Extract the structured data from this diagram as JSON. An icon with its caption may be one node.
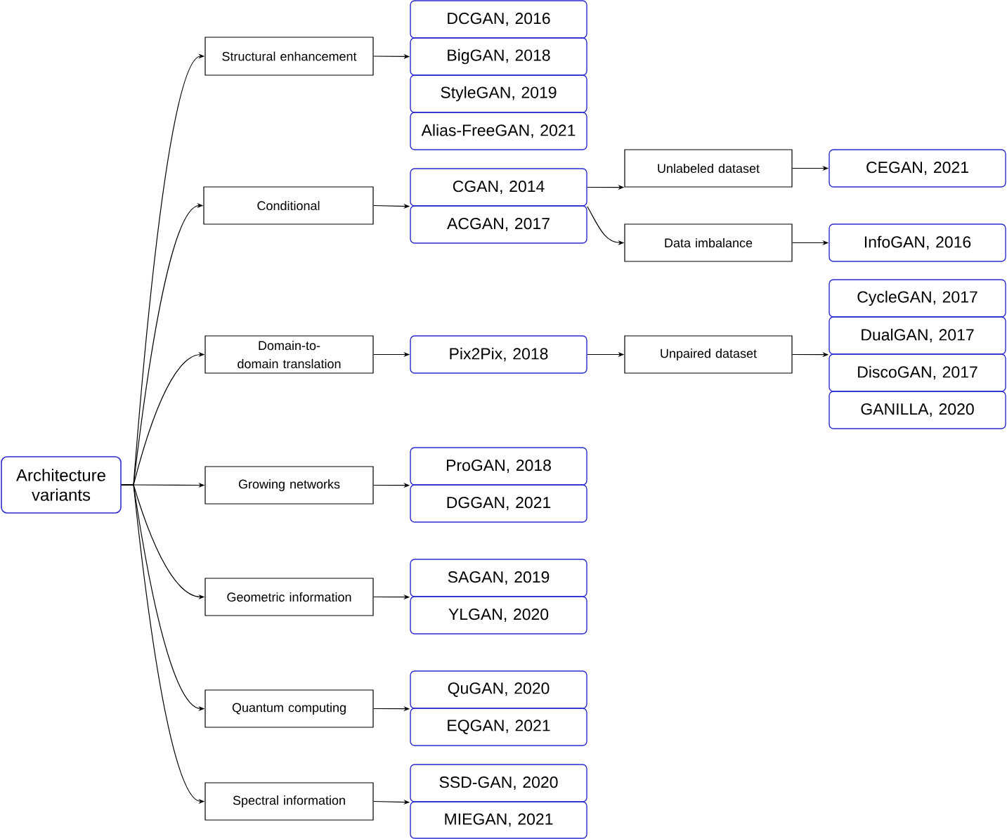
{
  "diagram": {
    "nodes": [
      {
        "text": [
          "Architecture variants"
        ]
      },
      {
        "text": [
          "Structural enhancement"
        ]
      },
      {
        "text": [
          "DCGAN, 2016"
        ]
      },
      {
        "text": [
          "BigGAN, 2018"
        ]
      },
      {
        "text": [
          "StyleGAN, 2019"
        ]
      },
      {
        "text": [
          "Alias-FreeGAN, 2021"
        ]
      },
      {
        "text": [
          "Conditional"
        ]
      },
      {
        "text": [
          "CGAN, 2014"
        ]
      },
      {
        "text": [
          "ACGAN, 2017"
        ]
      },
      {
        "text": [
          "Unlabeled dataset"
        ]
      },
      {
        "text": [
          "CEGAN, 2021"
        ]
      },
      {
        "text": [
          "Data imbalance"
        ]
      },
      {
        "text": [
          "InfoGAN, 2016"
        ]
      },
      {
        "text": [
          "Domain-to-domain translation"
        ]
      },
      {
        "text": [
          "Pix2Pix, 2018"
        ]
      },
      {
        "text": [
          "Unpaired dataset"
        ]
      },
      {
        "text": [
          "CycleGAN, 2017"
        ]
      },
      {
        "text": [
          "DualGAN, 2017"
        ]
      },
      {
        "text": [
          "DiscoGAN, 2017"
        ]
      },
      {
        "text": [
          "GANILLA, 2020"
        ]
      },
      {
        "text": [
          "Growing networks"
        ]
      },
      {
        "text": [
          "ProGAN, 2018"
        ]
      },
      {
        "text": [
          "DGGAN, 2021"
        ]
      },
      {
        "text": [
          "Geometric information"
        ]
      },
      {
        "text": [
          "SAGAN, 2019"
        ]
      },
      {
        "text": [
          "YLGAN, 2020"
        ]
      },
      {
        "text": [
          "Quantum computing"
        ]
      },
      {
        "text": [
          "QuGAN, 2020"
        ]
      },
      {
        "text": [
          "EQGAN, 2021"
        ]
      },
      {
        "text": [
          "Spectral information"
        ]
      },
      {
        "text": [
          "SSD-GAN, 2020"
        ]
      },
      {
        "text": [
          "MIEGAN, 2021"
        ]
      }
    ],
    "edges": [
      {
        "from": 0,
        "to": 1,
        "arrow": "to"
      },
      {
        "from": 0,
        "to": 6,
        "arrow": "to"
      },
      {
        "from": 0,
        "to": 13,
        "arrow": "to"
      },
      {
        "from": 0,
        "to": 20,
        "arrow": "to"
      },
      {
        "from": 0,
        "to": 23,
        "arrow": "to"
      },
      {
        "from": 0,
        "to": 26,
        "arrow": "to"
      },
      {
        "from": 0,
        "to": 29,
        "arrow": "to"
      },
      {
        "from": 1,
        "to": 3,
        "arrow": "to"
      },
      {
        "from": 6,
        "to": 7,
        "arrow": "to"
      },
      {
        "from": 7,
        "to": 9,
        "arrow": "to"
      },
      {
        "from": 7,
        "to": 11,
        "arrow": "to"
      },
      {
        "from": 9,
        "to": 10,
        "arrow": "to"
      },
      {
        "from": 11,
        "to": 12,
        "arrow": "to"
      },
      {
        "from": 13,
        "to": 14,
        "arrow": "to"
      },
      {
        "from": 14,
        "to": 15,
        "arrow": "to"
      },
      {
        "from": 15,
        "to": 17,
        "arrow": "to"
      },
      {
        "from": 20,
        "to": 21,
        "arrow": "to"
      },
      {
        "from": 23,
        "to": 24,
        "arrow": "to"
      },
      {
        "from": 26,
        "to": 27,
        "arrow": "to"
      },
      {
        "from": 29,
        "to": 30,
        "arrow": "to"
      }
    ]
  }
}
